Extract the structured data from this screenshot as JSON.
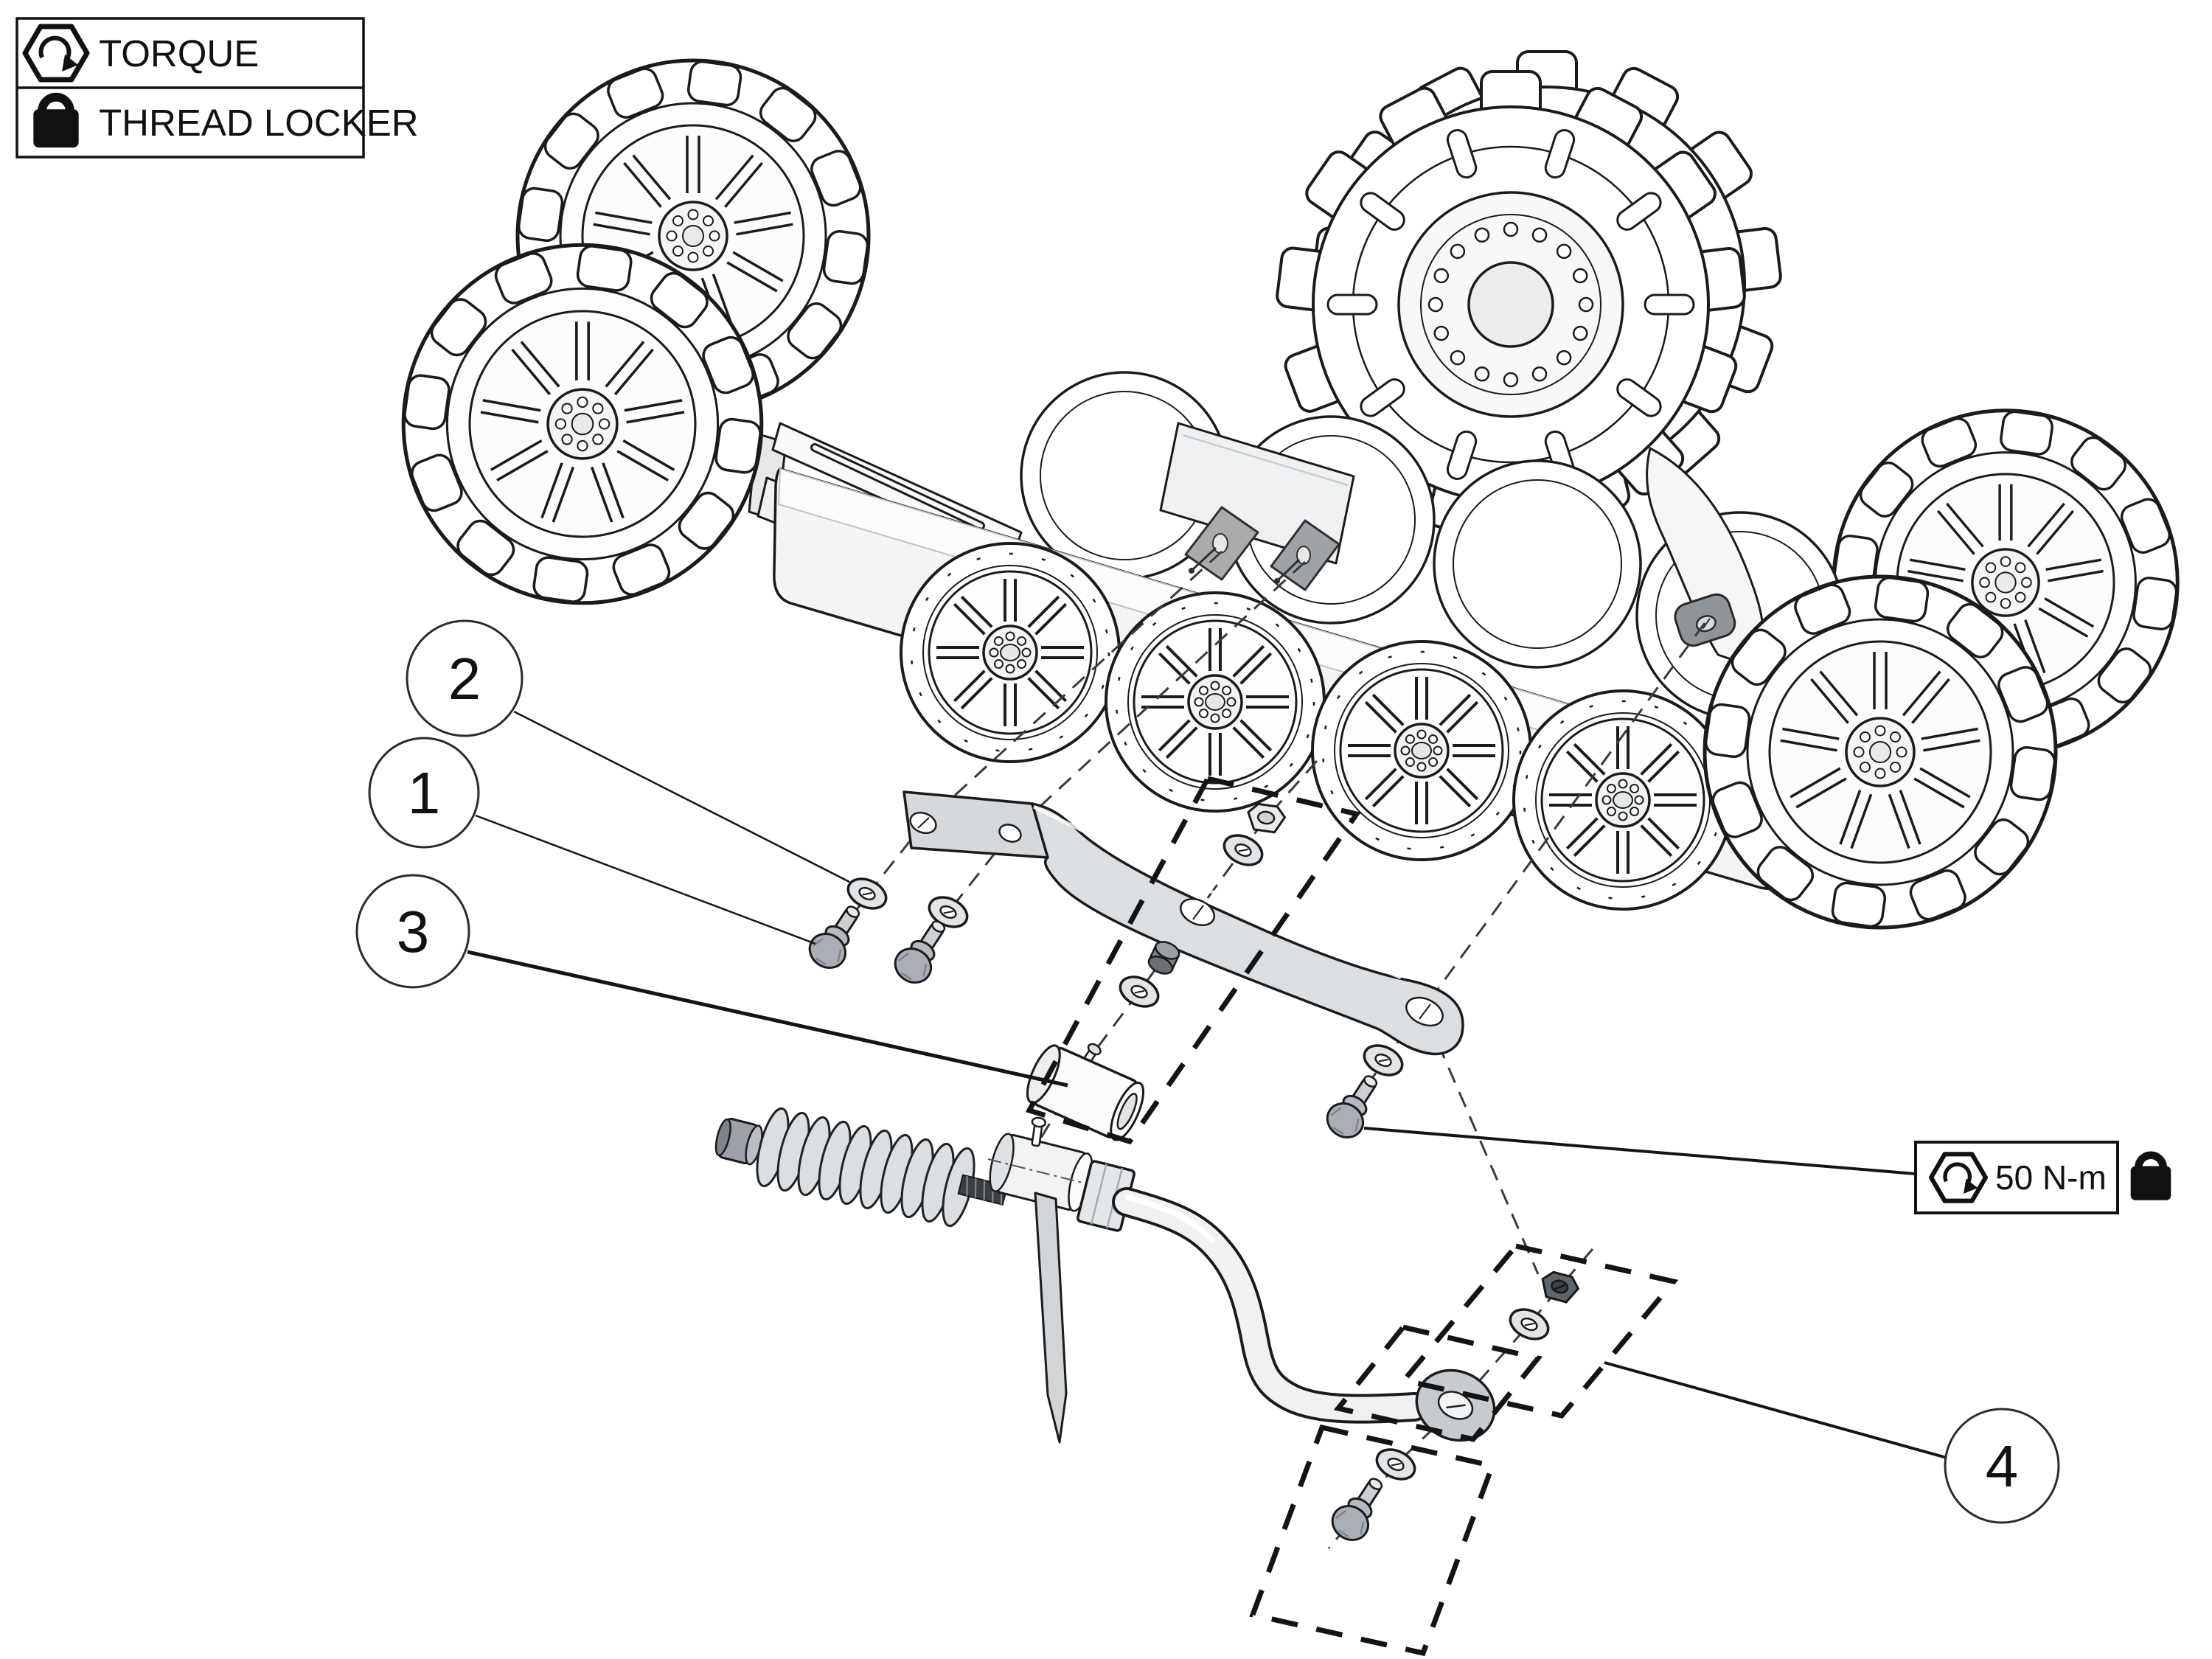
{
  "legend": {
    "rows": [
      {
        "icon": "torque-hex-icon",
        "label": "TORQUE"
      },
      {
        "icon": "padlock-icon",
        "label": "THREAD LOCKER"
      }
    ]
  },
  "torque_note": {
    "icon": "torque-hex-icon",
    "value": "50 N-m",
    "locker_icon": "padlock-icon"
  },
  "callouts": {
    "c1": "1",
    "c2": "2",
    "c3": "3",
    "c4": "4"
  },
  "colors": {
    "line": "#1b1b1b",
    "bracket_fill": "#d6d9db",
    "plate_fill": "#a7abae",
    "dark_nut": "#5f6468"
  }
}
